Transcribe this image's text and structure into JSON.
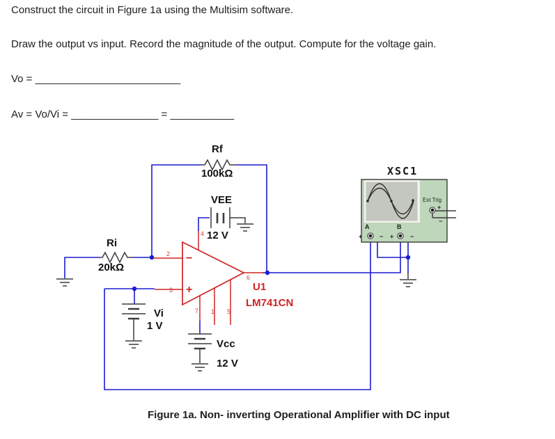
{
  "doc": {
    "line1": "Construct the circuit in Figure 1a using the Multisim software.",
    "line2": "Draw the output vs input. Record the magnitude of the output. Compute for the voltage gain.",
    "vo": {
      "label": "Vo = ",
      "blank": "_________________________"
    },
    "av": {
      "label": "Av = Vo/Vi = ",
      "blank1": "_______________",
      "eq": " = ",
      "blank2": "___________"
    },
    "caption": "Figure 1a. Non- inverting Operational Amplifier with DC input"
  },
  "circuit": {
    "rf": {
      "ref": "Rf",
      "value": "100kΩ"
    },
    "ri": {
      "ref": "Ri",
      "value": "20kΩ"
    },
    "vee": {
      "ref": "VEE",
      "value": "12 V"
    },
    "vcc": {
      "ref": "Vcc",
      "value": "12 V"
    },
    "vi": {
      "ref": "Vi",
      "value": "1 V"
    },
    "opamp": {
      "ref": "U1",
      "part": "LM741CN",
      "plus": "+",
      "minus": "−",
      "pins": {
        "p1": "1",
        "p2": "2",
        "p3": "3",
        "p4": "4",
        "p5": "5",
        "p6": "6",
        "p7": "7"
      }
    },
    "scope": {
      "ref": "XSC1",
      "ext_trig": "Ext Trig",
      "ch_a": "A",
      "ch_b": "B",
      "plus": "+",
      "minus": "−"
    },
    "colors": {
      "wire": "#1b1bd0",
      "component": "#d02424",
      "scope_body": "#bed6ba",
      "scope_screen": "#c4c6c0"
    }
  }
}
